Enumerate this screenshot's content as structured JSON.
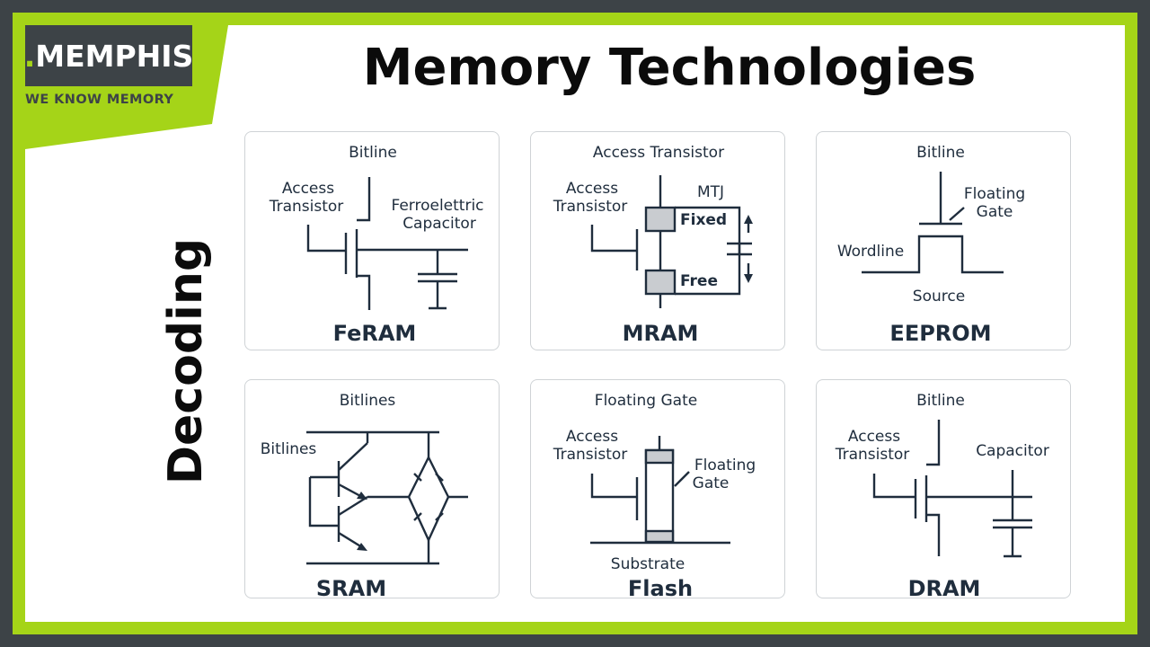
{
  "brand": {
    "logo_prefix": ".",
    "logo_name": "MEMPHIS",
    "tagline": "WE KNOW MEMORY",
    "accent_color": "#a5d418",
    "dark_color": "#3d4347"
  },
  "title": "Memory Technologies",
  "side_label": "Decoding",
  "cards": [
    {
      "name": "FeRAM",
      "labels": [
        "Bitline",
        "Access",
        "Transistor",
        "Ferroelettric",
        "Capacitor"
      ]
    },
    {
      "name": "MRAM",
      "labels": [
        "Access Transistor",
        "Access",
        "Transistor",
        "MTJ",
        "Fixed",
        "Free"
      ]
    },
    {
      "name": "EEPROM",
      "labels": [
        "Bitline",
        "Floating",
        "Gate",
        "Wordline",
        "Source"
      ]
    },
    {
      "name": "SRAM",
      "labels": [
        "Bitlines",
        "Bitlines"
      ]
    },
    {
      "name": "Flash",
      "labels": [
        "Floating Gate",
        "Access",
        "Transistor",
        "Floating",
        "Gate",
        "Substrate"
      ]
    },
    {
      "name": "DRAM",
      "labels": [
        "Bitline",
        "Access",
        "Transistor",
        "Capacitor"
      ]
    }
  ]
}
